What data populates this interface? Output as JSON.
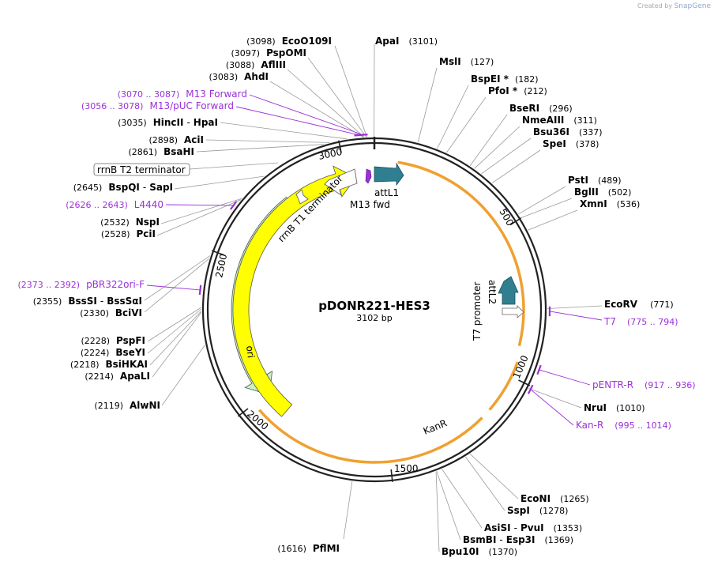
{
  "credit": {
    "prefix": "Created by",
    "brand": "SnapGene"
  },
  "plasmid": {
    "name": "pDONR221-HES3",
    "size": "3102 bp",
    "length": 3102
  },
  "ticks": [
    "3000",
    "500",
    "1000",
    "1500",
    "2000",
    "2500"
  ],
  "colors": {
    "backbone": "#222222",
    "site_line": "#9a9a9a",
    "site_name": "#000000",
    "primer": "#9b30d9",
    "orf_outline": "#f0a030",
    "teal": "#2f7f90",
    "kanr": "#c6f2c6",
    "ori": "#ffff00",
    "white": "#ffffff"
  },
  "sites": [
    {
      "pos": "(3098)",
      "name": "EcoO109I"
    },
    {
      "pos": "(3097)",
      "name": "PspOMI"
    },
    {
      "pos": "(3088)",
      "name": "AflIII"
    },
    {
      "pos": "(3083)",
      "name": "AhdI"
    },
    {
      "pos": "(3035)",
      "name": "HincII",
      "name2": "HpaI"
    },
    {
      "pos": "(2898)",
      "name": "AciI"
    },
    {
      "pos": "(2861)",
      "name": "BsaHI"
    },
    {
      "pos": "(2645)",
      "name": "BspQI",
      "name2": "SapI"
    },
    {
      "pos": "(2532)",
      "name": "NspI"
    },
    {
      "pos": "(2528)",
      "name": "PciI"
    },
    {
      "pos": "(2355)",
      "name": "BssSI",
      "name2": "BssSαI"
    },
    {
      "pos": "(2330)",
      "name": "BciVI"
    },
    {
      "pos": "(2228)",
      "name": "PspFI"
    },
    {
      "pos": "(2224)",
      "name": "BseYI"
    },
    {
      "pos": "(2218)",
      "name": "BsiHKAI"
    },
    {
      "pos": "(2214)",
      "name": "ApaLI"
    },
    {
      "pos": "(2119)",
      "name": "AlwNI"
    },
    {
      "pos": "(1616)",
      "name": "PflMI"
    },
    {
      "pos": "(3101)",
      "name": "ApaI"
    },
    {
      "pos": "(127)",
      "name": "MslI"
    },
    {
      "pos": "(182)",
      "name": "BspEI *"
    },
    {
      "pos": "(212)",
      "name": "PfoI *"
    },
    {
      "pos": "(296)",
      "name": "BseRI"
    },
    {
      "pos": "(311)",
      "name": "NmeAIII"
    },
    {
      "pos": "(337)",
      "name": "Bsu36I"
    },
    {
      "pos": "(378)",
      "name": "SpeI"
    },
    {
      "pos": "(489)",
      "name": "PstI"
    },
    {
      "pos": "(502)",
      "name": "BglII"
    },
    {
      "pos": "(536)",
      "name": "XmnI"
    },
    {
      "pos": "(771)",
      "name": "EcoRV"
    },
    {
      "pos": "(1010)",
      "name": "NruI"
    },
    {
      "pos": "(1265)",
      "name": "EcoNI"
    },
    {
      "pos": "(1278)",
      "name": "SspI"
    },
    {
      "pos": "(1353)",
      "name": "AsiSI",
      "name2": "PvuI"
    },
    {
      "pos": "(1369)",
      "name": "BsmBI",
      "name2": "Esp3I"
    },
    {
      "pos": "(1370)",
      "name": "Bpu10I"
    }
  ],
  "primers": [
    {
      "range": "(3070 .. 3087)",
      "name": "M13 Forward"
    },
    {
      "range": "(3056 .. 3078)",
      "name": "M13/pUC Forward"
    },
    {
      "range": "(2626 .. 2643)",
      "name": "L4440"
    },
    {
      "range": "(2373 .. 2392)",
      "name": "pBR322ori-F"
    },
    {
      "name": "T7",
      "range": "(775 .. 794)"
    },
    {
      "name": "pENTR-R",
      "range": "(917 .. 936)"
    },
    {
      "name": "Kan-R",
      "range": "(995 .. 1014)"
    }
  ],
  "features": {
    "rrnB_T2": "rrnB T2 terminator",
    "rrnB_T1": "rrnB T1 terminator",
    "attL1": "attL1",
    "m13fwd": "M13 fwd",
    "attL2": "attL2",
    "t7": "T7 promoter",
    "kanr": "KanR",
    "ori": "ori"
  }
}
